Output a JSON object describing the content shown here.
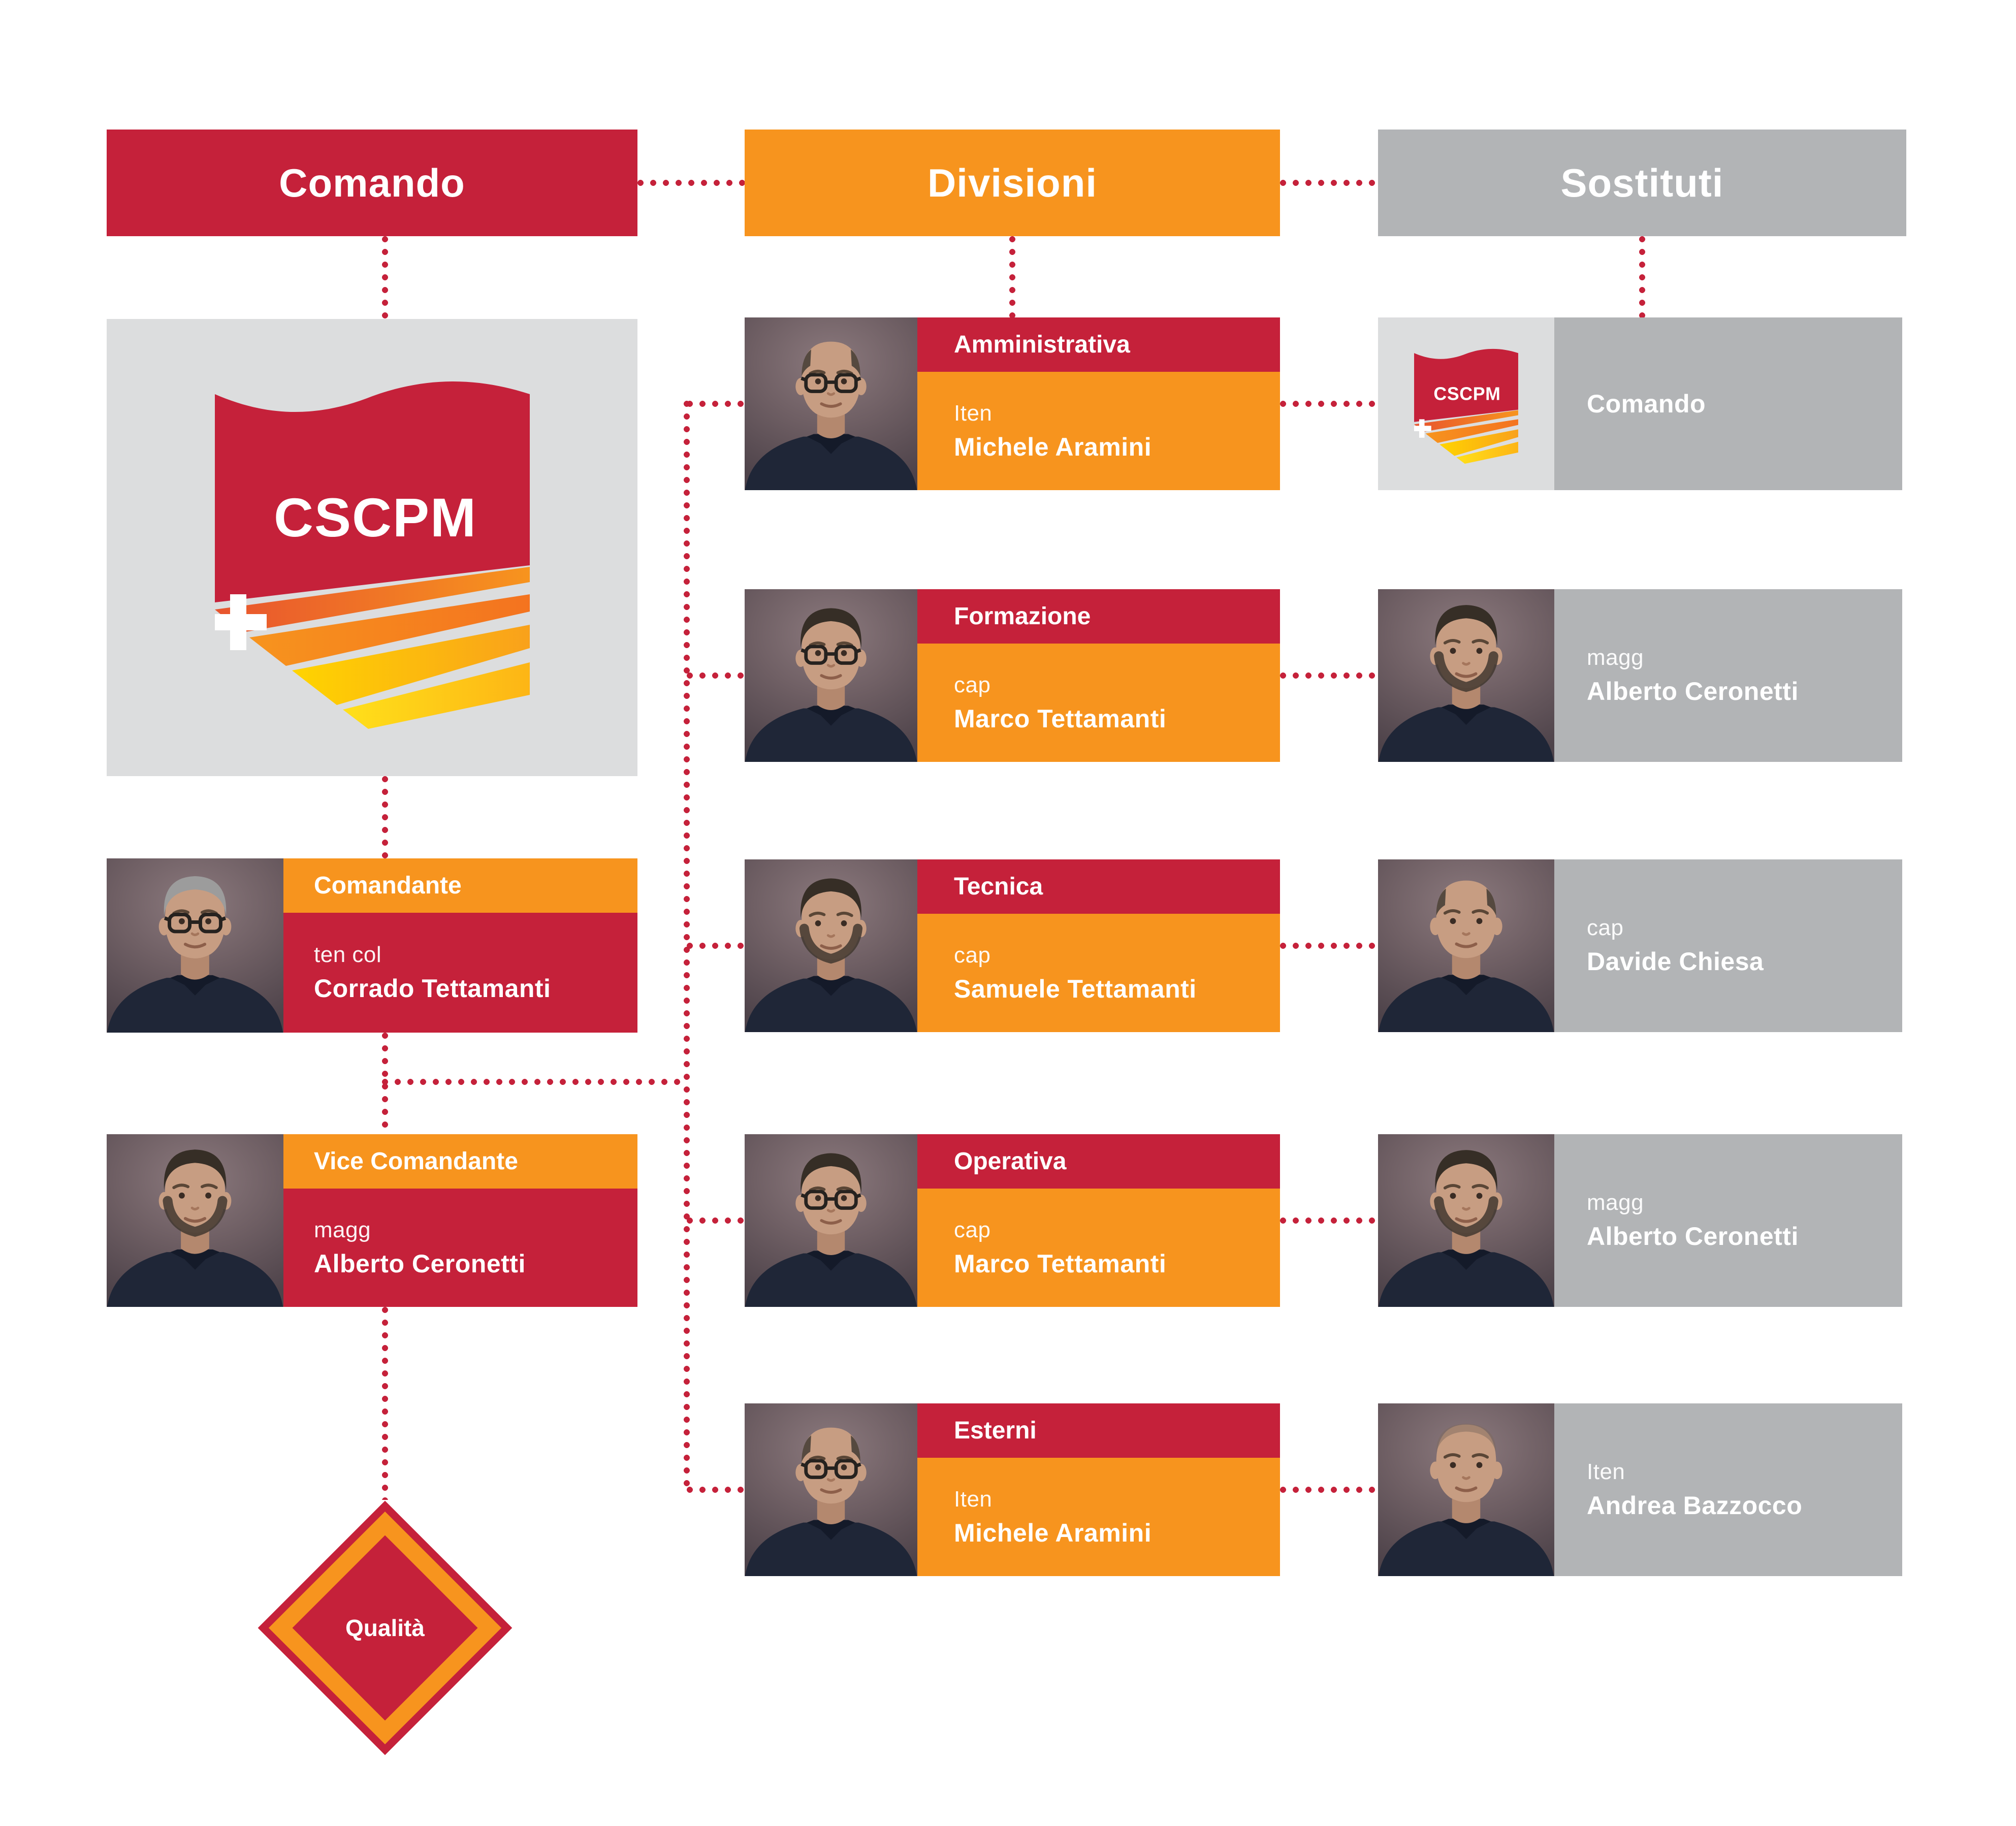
{
  "headers": {
    "comando": "Comando",
    "divisioni": "Divisioni",
    "sostituti": "Sostituti"
  },
  "logo_text": "CSCPM",
  "comando": {
    "commander": {
      "role": "Comandante",
      "rank": "ten col",
      "name": "Corrado Tettamanti",
      "avatar": {
        "hair": "gray",
        "glasses": true,
        "beard": false
      }
    },
    "vice": {
      "role": "Vice Comandante",
      "rank": "magg",
      "name": "Alberto Ceronetti",
      "avatar": {
        "hair": "dark",
        "glasses": false,
        "beard": true
      }
    },
    "quality_label": "Qualità"
  },
  "divisions": [
    {
      "title": "Amministrativa",
      "rank": "Iten",
      "name": "Michele Aramini",
      "avatar": {
        "hair": "balding",
        "glasses": true,
        "beard": false
      }
    },
    {
      "title": "Formazione",
      "rank": "cap",
      "name": "Marco Tettamanti",
      "avatar": {
        "hair": "dark",
        "glasses": true,
        "beard": false
      }
    },
    {
      "title": "Tecnica",
      "rank": "cap",
      "name": "Samuele Tettamanti",
      "avatar": {
        "hair": "dark",
        "glasses": false,
        "beard": true
      }
    },
    {
      "title": "Operativa",
      "rank": "cap",
      "name": "Marco Tettamanti",
      "avatar": {
        "hair": "dark",
        "glasses": true,
        "beard": false
      }
    },
    {
      "title": "Esterni",
      "rank": "Iten",
      "name": "Michele Aramini",
      "avatar": {
        "hair": "balding",
        "glasses": true,
        "beard": false
      }
    }
  ],
  "substitutes": [
    {
      "label": "Comando",
      "type": "logo"
    },
    {
      "rank": "magg",
      "name": "Alberto Ceronetti",
      "avatar": {
        "hair": "dark",
        "glasses": false,
        "beard": true
      }
    },
    {
      "rank": "cap",
      "name": "Davide Chiesa",
      "avatar": {
        "hair": "balding",
        "glasses": false,
        "beard": false
      }
    },
    {
      "rank": "magg",
      "name": "Alberto Ceronetti",
      "avatar": {
        "hair": "dark",
        "glasses": false,
        "beard": true
      }
    },
    {
      "rank": "Iten",
      "name": "Andrea Bazzocco",
      "avatar": {
        "hair": "bald",
        "glasses": false,
        "beard": false
      }
    }
  ],
  "colors": {
    "red": "#C5213A",
    "orange": "#F7941E",
    "gray": "#B2B4B6",
    "light_gray": "#DCDDDE",
    "dot_red": "#C5213A",
    "text_white": "#FFFFFF"
  }
}
